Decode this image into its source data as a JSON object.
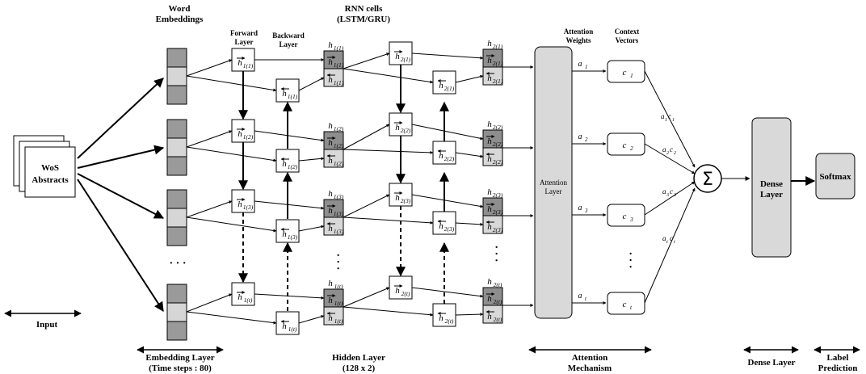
{
  "input": {
    "doc_label_1": "WoS",
    "doc_label_2": "Abstracts",
    "section_label": "Input"
  },
  "embedding": {
    "title_1": "Word",
    "title_2": "Embeddings",
    "section_label": "Embedding Layer",
    "time_steps": "(Time steps : 80)",
    "cell_colors": [
      "#9a9a9a",
      "#d6d6d6",
      "#9a9a9a"
    ]
  },
  "hidden": {
    "title_1": "RNN cells",
    "title_2": "(LSTM/GRU)",
    "forward_label_1": "Forward",
    "forward_label_2": "Layer",
    "backward_label_1": "Backward",
    "backward_label_2": "Layer",
    "section_label": "Hidden Layer",
    "size": "(128 x 2)",
    "dots": "· · ·",
    "rows": [
      {
        "sub": "1(1)",
        "sub2": "2(1)"
      },
      {
        "sub": "1(2)",
        "sub2": "2(2)"
      },
      {
        "sub": "1(3)",
        "sub2": "2(3)"
      },
      {
        "sub": "1(t)",
        "sub2": "2(t)"
      }
    ],
    "h": "h",
    "concat_dark": "#8e8e8e",
    "concat_light": "#d8d8d8"
  },
  "attention": {
    "weights_label_1": "Attention",
    "weights_label_2": "Weights",
    "layer_label_1": "Attention",
    "layer_label_2": "Layer",
    "section_label_1": "Attention",
    "section_label_2": "Mechanism",
    "weights": [
      {
        "a": "a",
        "sub": "1"
      },
      {
        "a": "a",
        "sub": "2"
      },
      {
        "a": "a",
        "sub": "3"
      },
      {
        "a": "a",
        "sub": "t"
      }
    ],
    "fill": "#d9d9d9"
  },
  "context": {
    "title_1": "Context",
    "title_2": "Vectors",
    "vectors": [
      {
        "c": "c",
        "sub": "1"
      },
      {
        "c": "c",
        "sub": "2"
      },
      {
        "c": "c",
        "sub": "3"
      },
      {
        "c": "c",
        "sub": "t"
      }
    ],
    "products": [
      {
        "a": "a",
        "as": "1",
        "c": "c",
        "cs": "1"
      },
      {
        "a": "a",
        "as": "2",
        "c": "c",
        "cs": "2"
      },
      {
        "a": "a",
        "as": "3",
        "c": "c",
        "cs": "3"
      },
      {
        "a": "a",
        "as": "t",
        "c": "c",
        "cs": "t"
      }
    ],
    "sum_symbol": "Σ"
  },
  "dense": {
    "label_1": "Dense",
    "label_2": "Layer",
    "section_label": "Dense Layer",
    "fill": "#d9d9d9"
  },
  "softmax": {
    "label": "Softmax",
    "section_label_1": "Label",
    "section_label_2": "Prediction",
    "fill": "#d9d9d9"
  }
}
